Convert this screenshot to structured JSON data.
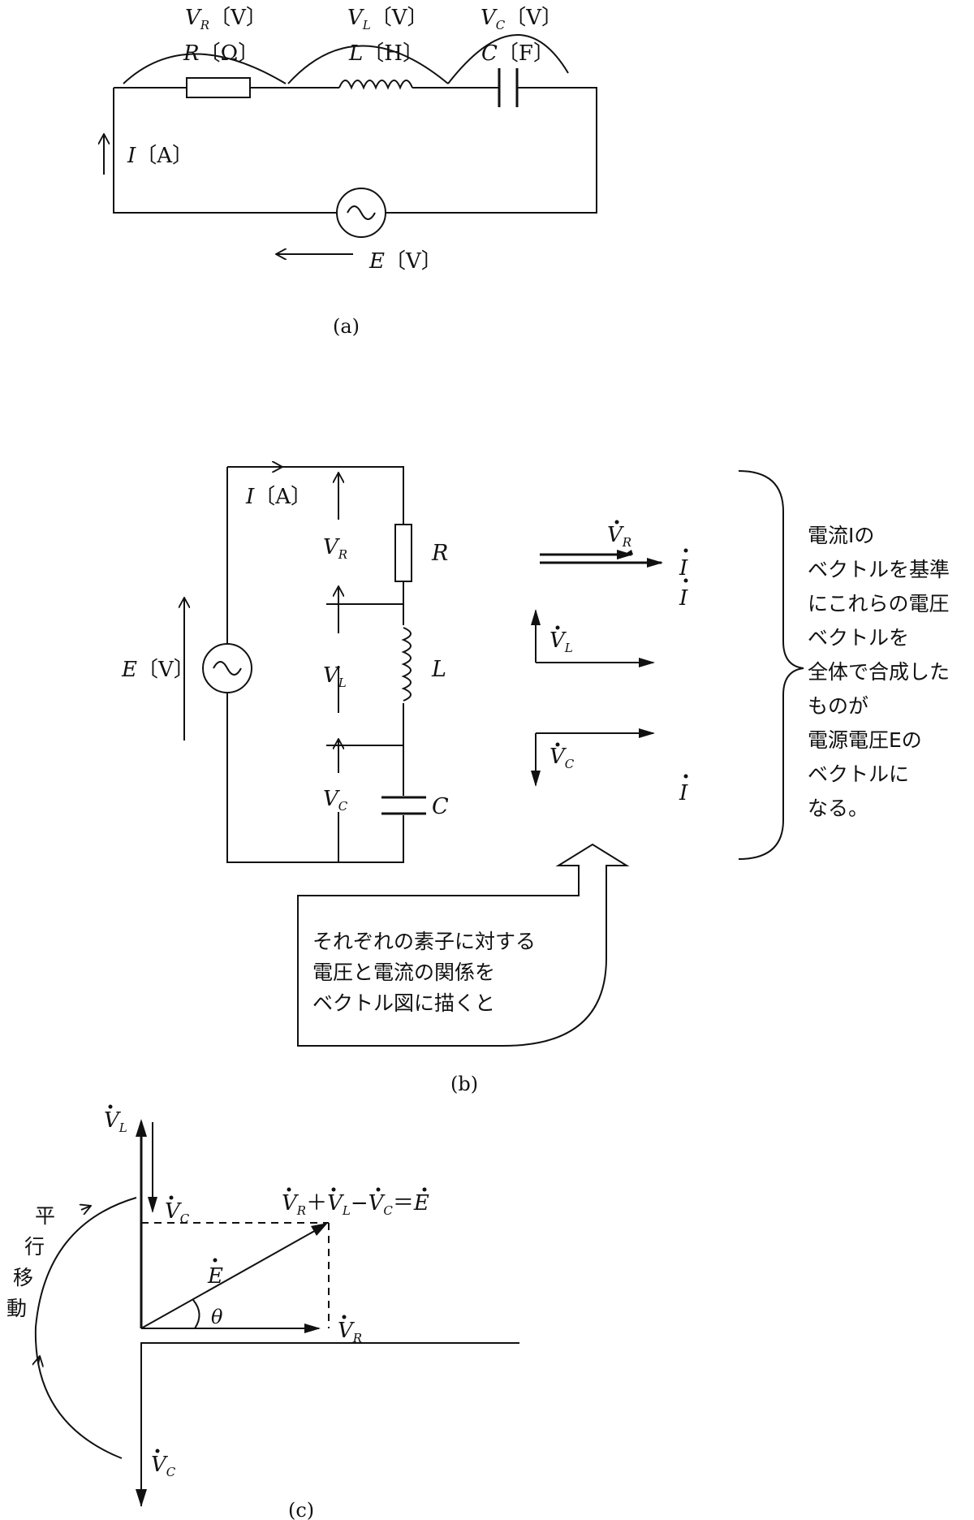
{
  "fig_a": {
    "caption": "(a)",
    "labels": {
      "vr": {
        "sym": "V",
        "sub": "R",
        "unit": "〔V〕"
      },
      "vl": {
        "sym": "V",
        "sub": "L",
        "unit": "〔V〕"
      },
      "vc": {
        "sym": "V",
        "sub": "C",
        "unit": "〔V〕"
      },
      "r": {
        "sym": "R",
        "unit": "〔Ω〕"
      },
      "l": {
        "sym": "L",
        "unit": "〔H〕"
      },
      "c": {
        "sym": "C",
        "unit": "〔F〕"
      },
      "i": {
        "sym": "I",
        "unit": "〔A〕"
      },
      "e": {
        "sym": "E",
        "unit": "〔V〕"
      }
    }
  },
  "fig_b": {
    "caption": "(b)",
    "labels": {
      "i": {
        "sym": "I",
        "unit": "〔A〕"
      },
      "e": {
        "sym": "E",
        "unit": "〔V〕"
      },
      "vr": {
        "sym": "V",
        "sub": "R"
      },
      "vl": {
        "sym": "V",
        "sub": "L"
      },
      "vc": {
        "sym": "V",
        "sub": "C"
      },
      "r": "R",
      "l": "L",
      "c": "C"
    },
    "phasors": {
      "vr": {
        "sym": "V",
        "sub": "R"
      },
      "vl": {
        "sym": "V",
        "sub": "L"
      },
      "vc": {
        "sym": "V",
        "sub": "C"
      },
      "i1": "I",
      "i2": "I",
      "i3": "I"
    },
    "brace_note": [
      "電流Iの",
      "ベクトルを基準",
      "にこれらの電圧",
      "ベクトルを",
      "全体で合成した",
      "ものが",
      "電源電圧Eの",
      "ベクトルに",
      "なる。"
    ],
    "callout": [
      "それぞれの素子に対する",
      "電圧と電流の関係を",
      "ベクトル図に描くと"
    ]
  },
  "fig_c": {
    "caption": "(c)",
    "equation": {
      "t1": "V",
      "s1": "R",
      "op1": "＋",
      "t2": "V",
      "s2": "L",
      "op2": "−",
      "t3": "V",
      "s3": "C",
      "op3": "＝",
      "t4": "E"
    },
    "labels": {
      "vl_top": {
        "sym": "V",
        "sub": "L"
      },
      "vc_mid": {
        "sym": "V",
        "sub": "C"
      },
      "vc_bottom": {
        "sym": "V",
        "sub": "C"
      },
      "vr": {
        "sym": "V",
        "sub": "R"
      },
      "e": "E",
      "theta": "θ"
    },
    "shift_label": [
      "平",
      "行",
      "移",
      "動"
    ]
  }
}
